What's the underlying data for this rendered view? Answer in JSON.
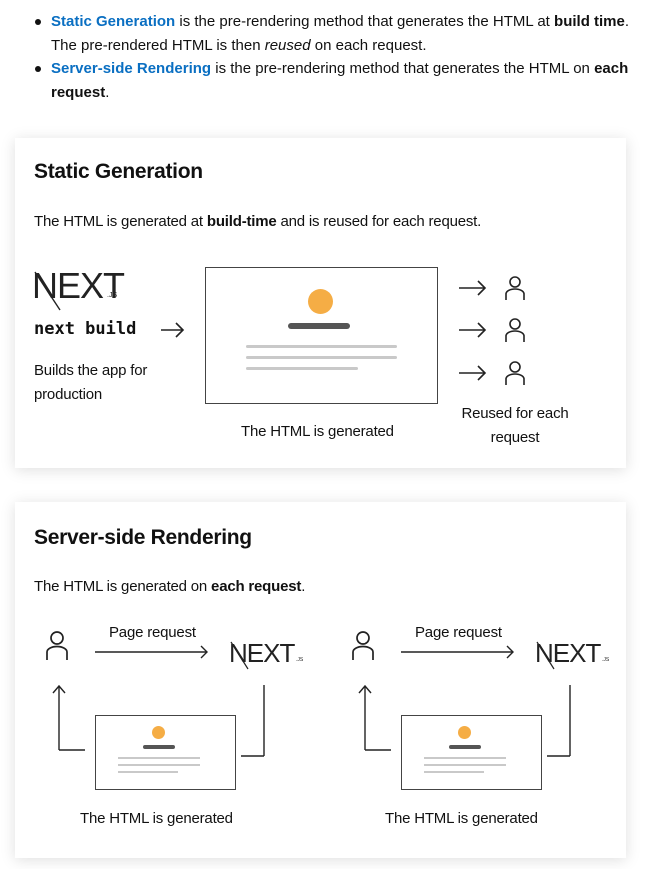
{
  "intro": {
    "item1": {
      "link": "Static Generation",
      "text_a": " is the pre-rendering method that generates the HTML at ",
      "bold": "build time",
      "text_b": ". The pre-rendered HTML is then ",
      "em": "reused",
      "text_c": " on each request."
    },
    "item2": {
      "link": "Server-side Rendering",
      "text_a": " is the pre-rendering method that generates the HTML on ",
      "bold": "each request",
      "text_b": "."
    }
  },
  "ssg": {
    "title": "Static Generation",
    "desc_a": "The HTML is generated at ",
    "desc_bold": "build-time",
    "desc_b": " and is reused for each request.",
    "logo": "NEXT",
    "logo_sub": ".JS",
    "command": "next build",
    "builds_label_1": "Builds the app for",
    "builds_label_2": "production",
    "html_caption": "The HTML is generated",
    "reused_label_1": "Reused for each",
    "reused_label_2": "request"
  },
  "ssr": {
    "title": "Server-side Rendering",
    "desc_a": "The HTML is generated on ",
    "desc_bold": "each request",
    "desc_b": ".",
    "page_request": "Page request",
    "logo": "NEXT",
    "logo_sub": ".JS",
    "html_caption": "The HTML is generated"
  },
  "colors": {
    "link": "#0a6fc2",
    "avatar_dot": "#f5ad45",
    "bar_dark": "#555555",
    "bar_light": "#c9c9c9",
    "stroke": "#222222"
  },
  "icons": [
    "user-icon",
    "arrow-right-icon",
    "arrow-up-icon",
    "nextjs-logo"
  ]
}
